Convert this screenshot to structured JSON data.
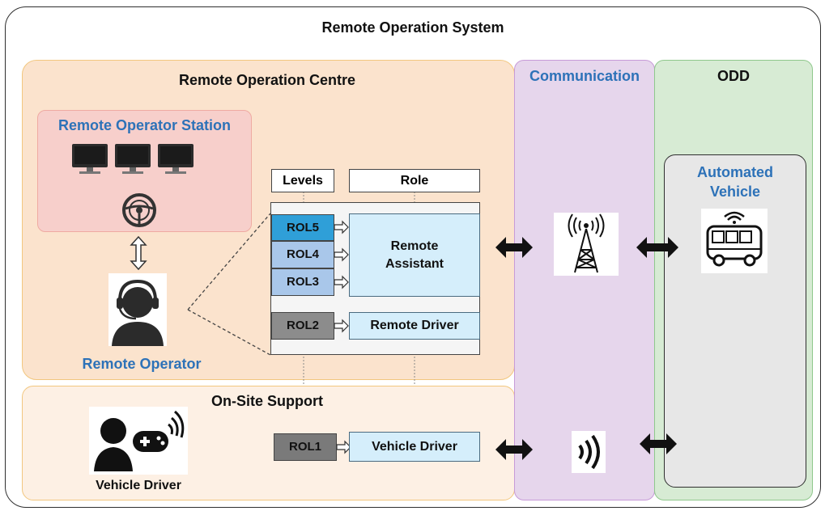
{
  "system_title": "Remote Operation System",
  "remote_operation_centre": {
    "title": "Remote Operation Centre",
    "station_title": "Remote Operator Station",
    "operator_label": "Remote Operator"
  },
  "on_site_support": {
    "title": "On-Site Support",
    "driver_label": "Vehicle Driver"
  },
  "communication": {
    "title": "Communication"
  },
  "odd": {
    "title": "ODD",
    "vehicle_title": "Automated\nVehicle"
  },
  "table": {
    "levels_header": "Levels",
    "role_header": "Role",
    "levels": [
      "ROL5",
      "ROL4",
      "ROL3",
      "ROL2",
      "ROL1"
    ],
    "roles": {
      "assistant": "Remote\nAssistant",
      "remote_driver": "Remote Driver",
      "vehicle_driver": "Vehicle Driver"
    }
  },
  "colors": {
    "rol5": "#2f9fd8",
    "rol4": "#a9c7ea",
    "rol3": "#a9c7ea",
    "rol2": "#8c8c8c",
    "rol1": "#7a7a7a",
    "accent_blue": "#2d72b8"
  }
}
